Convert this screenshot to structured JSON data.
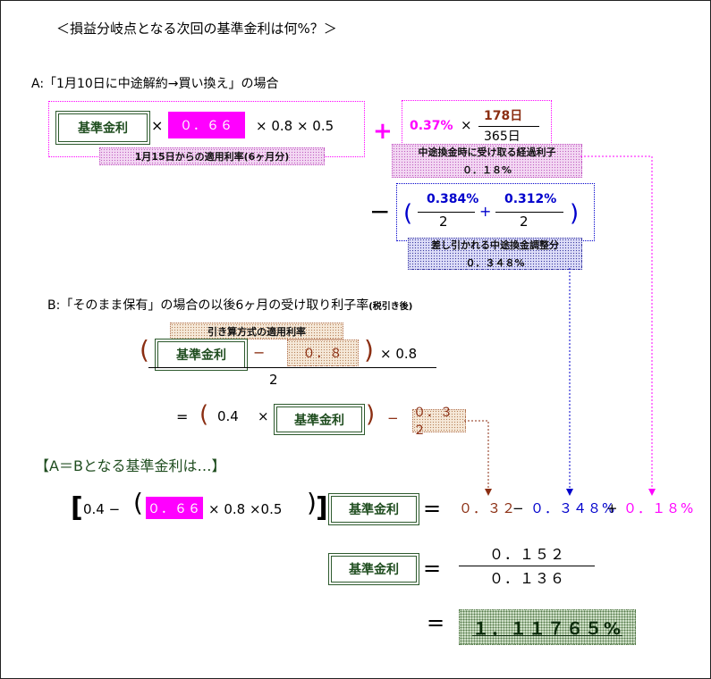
{
  "title": "＜損益分岐点となる次回の基準金利は何%？＞",
  "section_a": {
    "heading": "A:「1月10日に中途解約→買い換え」の場合",
    "kijun": "基準金利",
    "times": "×",
    "rate_box": "０．６６",
    "mult": "× 0.8 ×  0.5",
    "rate_label": "1月15日からの適用利率(6ヶ月分)",
    "plus": "+",
    "pct_037": "0.37%",
    "times2": "×",
    "num_days": "178日",
    "den_days": "365日",
    "accrued_label_1": "中途換金時に受け取る経過利子",
    "accrued_label_2": "０．１８%",
    "minus": "−",
    "paren_open": "(",
    "v0384": "0.384%",
    "two_a": "2",
    "plus_small": "+",
    "v0312": "0.312%",
    "two_b": "2",
    "paren_close": ")",
    "adjust_label_1": "差し引かれる中途換金調整分",
    "adjust_label_2": "０．３４８%"
  },
  "section_b": {
    "heading": "B:「そのまま保有」の場合の以後6ヶ月の受け取り利子率",
    "heading_note": "(税引き後)",
    "hiki_label": "引き算方式の適用利率",
    "paren_open": "(",
    "kijun": "基準金利",
    "minus": "−",
    "v08": "０．８",
    "paren_close": ")",
    "times08": "× 0.8",
    "denominator": "2",
    "eq": "=",
    "open2": "(",
    "v04": "0.4",
    "times": "×",
    "kijun2": "基準金利",
    "close2": ")",
    "minus2": "−",
    "v032": "０．３２"
  },
  "section_c": {
    "heading": "【A＝Bとなる基準金利は…】",
    "bracket_open": "[",
    "v04_minus": "0.4 −",
    "paren_open": "(",
    "rate_box": "０．６６",
    "mult": "× 0.8 ×0.5",
    "paren_close": ")",
    "bracket_close": "]",
    "kijun": "基準金利",
    "eq": "=",
    "r032": "０．３２",
    "minus": "−",
    "r0348": "０．３４８%",
    "plus": "+",
    "r018": "０．１８%",
    "kijun2": "基準金利",
    "eq2": "=",
    "num": "０．１５２",
    "den": "０．１３６",
    "eq3": "=",
    "result": "１．１１７６５%"
  },
  "colors": {
    "green": "#1f4d1f",
    "magenta": "#ff00ff",
    "blue": "#0000cc",
    "brown": "#8b2e12"
  }
}
